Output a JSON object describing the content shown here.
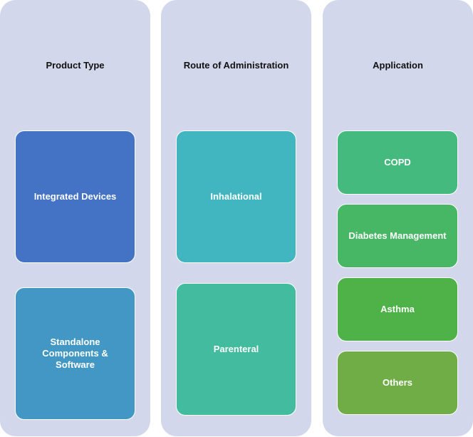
{
  "columns": [
    {
      "title": "Product Type",
      "items": [
        "Integrated Devices",
        "Standalone Components & Software"
      ]
    },
    {
      "title": "Route of Administration",
      "items": [
        "Inhalational",
        "Parenteral"
      ]
    },
    {
      "title": "Application",
      "items": [
        "COPD",
        "Diabetes Management",
        "Asthma",
        "Others"
      ]
    }
  ],
  "colors": {
    "column_bg": "#d3d7eb",
    "integrated_devices": "#4472c4",
    "standalone": "#4297c4",
    "inhalational": "#42b6c0",
    "parenteral": "#42bb9e",
    "copd": "#45ba7f",
    "diabetes_management": "#47b766",
    "asthma": "#4eb248",
    "others": "#70ad47"
  }
}
